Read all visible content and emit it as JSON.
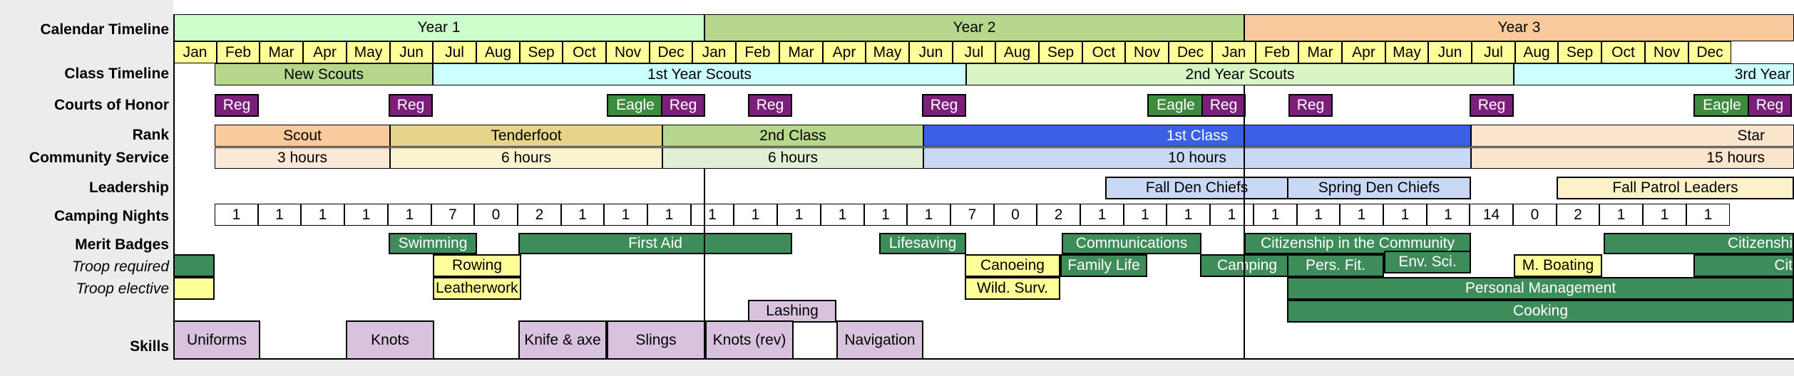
{
  "row_labels": {
    "calendar": "Calendar Timeline",
    "class_timeline": "Class Timeline",
    "courts_of_honor": "Courts of Honor",
    "rank": "Rank",
    "community_service": "Community Service",
    "leadership": "Leadership",
    "camping_nights": "Camping Nights",
    "merit_badges": "Merit Badges",
    "troop_required": "Troop required",
    "troop_elective": "Troop elective",
    "skills": "Skills"
  },
  "years": [
    "Year 1",
    "Year 2",
    "Year 3"
  ],
  "months": [
    "Jan",
    "Feb",
    "Mar",
    "Apr",
    "May",
    "Jun",
    "Jul",
    "Aug",
    "Sep",
    "Oct",
    "Nov",
    "Dec",
    "Jan",
    "Feb",
    "Mar",
    "Apr",
    "May",
    "Jun",
    "Jul",
    "Aug",
    "Sep",
    "Oct",
    "Nov",
    "Dec",
    "Jan",
    "Feb",
    "Mar",
    "Apr",
    "May",
    "Jun",
    "Jul",
    "Aug",
    "Sep",
    "Oct",
    "Nov",
    "Dec"
  ],
  "class_timeline": [
    "New Scouts",
    "1st Year Scouts",
    "2nd Year Scouts",
    "3rd Year"
  ],
  "courts_of_honor": {
    "reg": "Reg",
    "eagle": "Eagle"
  },
  "ranks": [
    "Scout",
    "Tenderfoot",
    "2nd Class",
    "1st Class",
    "Star"
  ],
  "community_service": [
    "3 hours",
    "6 hours",
    "6 hours",
    "10 hours",
    "15 hours"
  ],
  "leadership": [
    "Fall Den Chiefs",
    "Spring Den Chiefs",
    "Fall Patrol Leaders"
  ],
  "camping_nights": [
    "1",
    "1",
    "1",
    "1",
    "1",
    "7",
    "0",
    "2",
    "1",
    "1",
    "1",
    "1",
    "1",
    "1",
    "1",
    "1",
    "1",
    "7",
    "0",
    "2",
    "1",
    "1",
    "1",
    "1",
    "1",
    "1",
    "1",
    "1",
    "1",
    "14",
    "0",
    "2",
    "1",
    "1",
    "1"
  ],
  "merit_badges": {
    "swimming": "Swimming",
    "first_aid": "First Aid",
    "lifesaving": "Lifesaving",
    "communications": "Communications",
    "citizenship_community": "Citizenship in the Community",
    "citizenship_right": "Citizenshi",
    "rowing": "Rowing",
    "canoeing": "Canoeing",
    "family_life": "Family Life",
    "camping": "Camping",
    "pers_fit": "Pers. Fit.",
    "env_sci": "Env. Sci.",
    "m_boating": "M. Boating",
    "cit_right": "Cit",
    "leatherwork": "Leatherwork",
    "wild_surv": "Wild. Surv.",
    "personal_management": "Personal Management",
    "cooking": "Cooking"
  },
  "skills": {
    "lashing": "Lashing",
    "uniforms": "Uniforms",
    "knots": "Knots",
    "knife_axe": "Knife & axe",
    "slings": "Slings",
    "knots_rev": "Knots (rev)",
    "navigation": "Navigation"
  },
  "colors": {
    "year1": "#ccffcc",
    "year2": "#b7d88c",
    "year3": "#f9cb9c",
    "month": "#ffff99",
    "new_scouts": "#b7d88c",
    "first_year": "#ccffff",
    "second_year": "#d9f5c4",
    "reg": "#7b1f7b",
    "eagle": "#3d8c3d",
    "scout": "#f9cb9c",
    "tenderfoot": "#e5d48a",
    "second_class": "#b7d88c",
    "first_class": "#3b5fe5",
    "star": "#fce5cd",
    "merit_green": "#3d8c5a",
    "troop_yellow": "#ffff99",
    "skills_purple": "#d9c2de"
  }
}
